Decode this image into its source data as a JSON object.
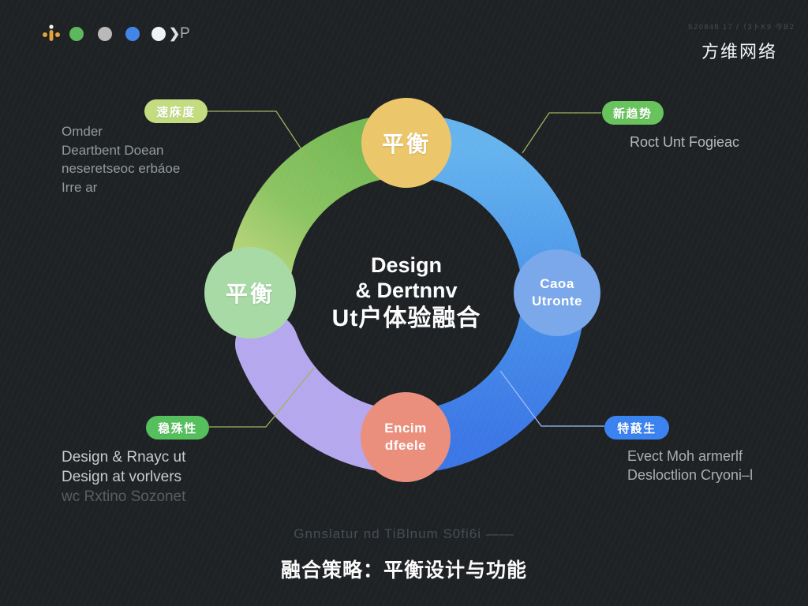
{
  "colors": {
    "bg": "#1f2225",
    "ring-yellowgreen": "#cedd86",
    "ring-green-mid": "#8cc463",
    "ring-green": "#74b854",
    "ring-blue-light": "#66b4ee",
    "ring-blue-mid": "#4a93e9",
    "ring-blue-deep": "#3c77e6",
    "ring-lavender": "#b6a8ee",
    "node-top": "#ecc66a",
    "node-left": "#a7daa5",
    "node-right": "#7aa8ea",
    "node-bottom": "#eb8e7c",
    "pill-topleft": "#c3dc7f",
    "pill-topright": "#68c35c",
    "pill-bottomleft": "#55bf5c",
    "pill-bottomright": "#3b82f1",
    "connector-green": "#9db35f",
    "connector-blue": "#9dbdf5",
    "text-gray": "#939a9d"
  },
  "header": {
    "dot_green": "#5cb85c",
    "dot_gray": "#b9b9b7",
    "dot_blue": "#4285e8",
    "dot_white": "#f2f2f2",
    "chevron": "❯",
    "p_mark": "P",
    "meta": "S20848  17 /（3卜K9 今B2",
    "brand": "方维网络"
  },
  "diagram": {
    "center": {
      "l1": "Design",
      "l2": "& Dertnnv",
      "l3": "Ut户体验融合"
    },
    "nodes": {
      "top": {
        "label": "平衡"
      },
      "left": {
        "label": "平衡"
      },
      "right": {
        "l1": "Caoa",
        "l2": "Utronte"
      },
      "bottom": {
        "l1": "Encim",
        "l2": "dfeele"
      }
    }
  },
  "callouts": {
    "top_left": {
      "pill": "速庥度",
      "lines": [
        "Omder",
        "Deartbent Doean",
        "neseretseoc erbáoe",
        "Irre ar"
      ]
    },
    "top_right": {
      "pill": "新趋势",
      "lines": [
        "Roct Unt Fogieac"
      ]
    },
    "bottom_left": {
      "pill": "稳殊性",
      "lines": [
        "Design & Rnayc ut",
        "Design at vorlvers",
        "wc Rxtino Sozonet"
      ]
    },
    "bottom_right": {
      "pill": "特蔎生",
      "lines": [
        "Evect Moh armerlf",
        "Desloctlion Cryoni–l"
      ]
    }
  },
  "footer": {
    "note": "Gnnslatur nd TiBlnum S0fi6i ——",
    "title": "融合策略：平衡设计与功能"
  }
}
